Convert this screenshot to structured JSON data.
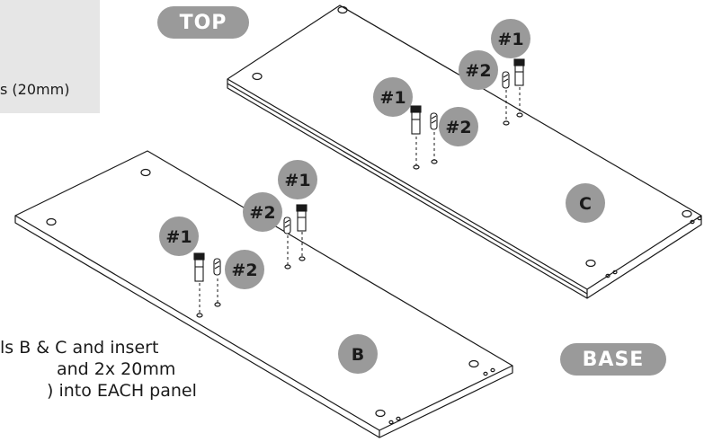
{
  "legend": {
    "text": "s (20mm)"
  },
  "labels": {
    "top": "TOP",
    "base": "BASE"
  },
  "panels": {
    "b": "B",
    "c": "C"
  },
  "parts": {
    "part1": "#1",
    "part2": "#2"
  },
  "instructions": [
    "ls B & C and insert",
    "and 2x 20mm",
    ") into EACH panel"
  ],
  "colors": {
    "badge": "#9a9a9a",
    "legend_bg": "#e6e6e6",
    "line": "#1a1a1a"
  }
}
